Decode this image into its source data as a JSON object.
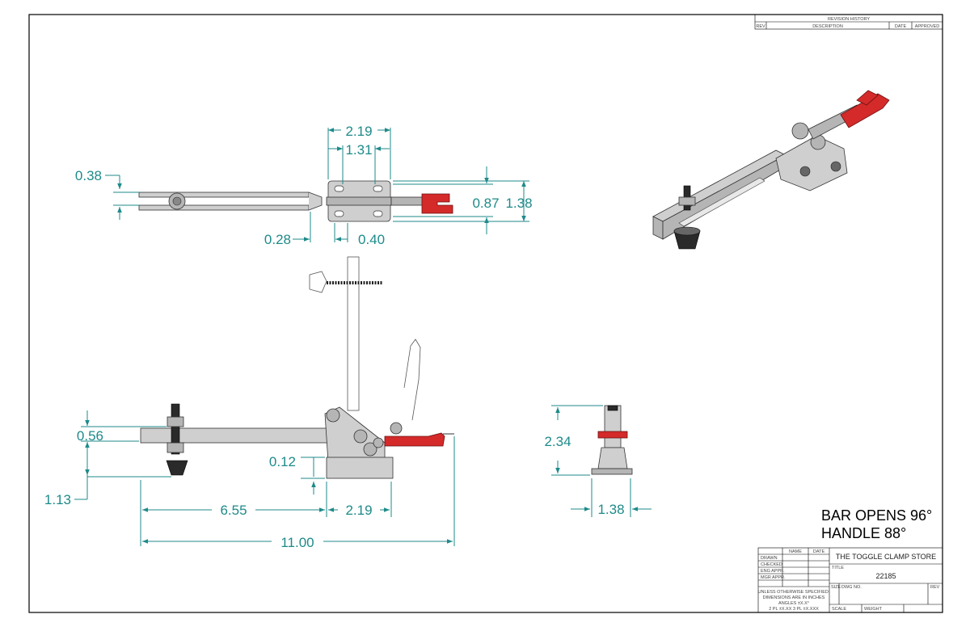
{
  "dimensions": {
    "top_view": {
      "width_outer": "2.19",
      "width_inner": "1.31",
      "bar_gap": "0.38",
      "base_inner_height": "0.87",
      "base_outer_height": "1.38",
      "offset_left": "0.28",
      "offset_right": "0.40"
    },
    "side_view": {
      "bar_height": "0.56",
      "base_gap": "0.12",
      "spindle_height": "1.13",
      "reach": "6.55",
      "base_length": "2.19",
      "overall_length": "11.00"
    },
    "end_view": {
      "height": "2.34",
      "base_width": "1.38"
    }
  },
  "notes": {
    "line1": "BAR OPENS 96°",
    "line2": "HANDLE 88°"
  },
  "revision_block": {
    "title": "REVISION HISTORY",
    "columns": [
      "REV",
      "DESCRIPTION",
      "DATE",
      "APPROVED"
    ]
  },
  "title_block": {
    "header_name": "NAME",
    "header_date": "DATE",
    "rows": [
      "DRAWN",
      "CHECKED",
      "ENG APPR.",
      "MGR APPR."
    ],
    "company": "THE TOGGLE CLAMP STORE",
    "title_label": "TITLE",
    "part_number": "22185",
    "size_label": "SIZE",
    "dwg_label": "DWG NO.",
    "rev_label": "REV",
    "scale_label": "SCALE",
    "weight_label": "WEIGHT",
    "tolerance_lines": [
      "UNLESS OTHERWISE SPECIFIED:",
      "DIMENSIONS ARE IN INCHES",
      "ANGLES ±X.X°",
      "2 PL ±X.XX 3 PL ±X.XXX"
    ]
  },
  "colors": {
    "dimension": "#1f8a8a",
    "handle_grip": "#d42a2a",
    "metal": "#cfcfcf"
  }
}
